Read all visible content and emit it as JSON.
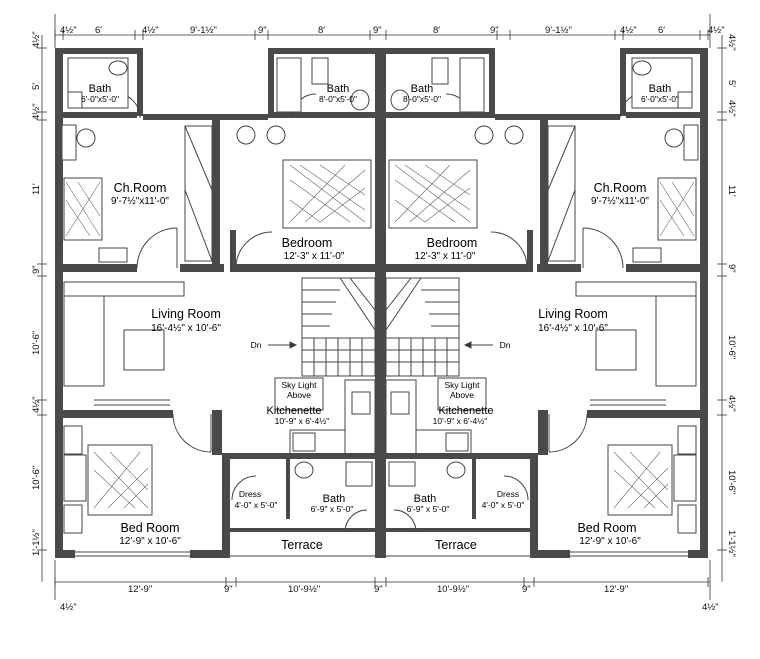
{
  "rooms": {
    "bath_tl": {
      "name": "Bath",
      "size": "6'-0\"x5'-0\""
    },
    "bath_tc": {
      "name": "Bath",
      "size": "8'-0\"x5'-0\""
    },
    "bath_tcr": {
      "name": "Bath",
      "size": "8'-0\"x5'-0\""
    },
    "bath_tr": {
      "name": "Bath",
      "size": "6'-0\"x5'-0\""
    },
    "ch_l": {
      "name": "Ch.Room",
      "size": "9'-7½\"x11'-0\""
    },
    "ch_r": {
      "name": "Ch.Room",
      "size": "9'-7½\"x11'-0\""
    },
    "bedroom_l": {
      "name": "Bedroom",
      "size": "12'-3\" x 11'-0\""
    },
    "bedroom_r": {
      "name": "Bedroom",
      "size": "12'-3\" x 11'-0\""
    },
    "living_l": {
      "name": "Living Room",
      "size": "16'-4½\" x 10'-6\""
    },
    "living_r": {
      "name": "Living Room",
      "size": "16'-4½\" x 10'-6\""
    },
    "kitchen_l": {
      "name": "Kitchenette",
      "size": "10'-9\" x 6'-4½\""
    },
    "kitchen_r": {
      "name": "Kitchenette",
      "size": "10'-9\" x 6'-4½\""
    },
    "skylight": "Sky Light",
    "above": "Above",
    "dn": "Dn",
    "dress_l": {
      "name": "Dress",
      "size": "4'-0\" x 5'-0\""
    },
    "dress_r": {
      "name": "Dress",
      "size": "4'-0\" x 5'-0\""
    },
    "bath_bl": {
      "name": "Bath",
      "size": "6'-9\" x 5'-0\""
    },
    "bath_br": {
      "name": "Bath",
      "size": "6'-9\" x 5'-0\""
    },
    "bedroom2_l": {
      "name": "Bed Room",
      "size": "12'-9\" x 10'-6\""
    },
    "bedroom2_r": {
      "name": "Bed Room",
      "size": "12'-9\" x 10'-6\""
    },
    "terrace_l": "Terrace",
    "terrace_r": "Terrace"
  },
  "dims": {
    "top": [
      "4½\"",
      "6'",
      "4½\"",
      "9'-1½\"",
      "9\"",
      "8'",
      "9\"",
      "8'",
      "9\"",
      "9'-1½\"",
      "4½\"",
      "6'",
      "4½\""
    ],
    "bottom": [
      "12'-9\"",
      "9\"",
      "10'-9½\"",
      "9\"",
      "10'-9½\"",
      "9\"",
      "12'-9\""
    ],
    "bottom_corner": "4½\"",
    "left": [
      "4½\"",
      "5'",
      "4½\"",
      "11'",
      "9\"",
      "10'-6\"",
      "4½\"",
      "10'-6\"",
      "1'-1½\""
    ],
    "right": [
      "4½\"",
      "5'",
      "4½\"",
      "11'",
      "9\"",
      "10'-6\"",
      "4½\"",
      "10'-6\"",
      "1'-1½\""
    ]
  }
}
